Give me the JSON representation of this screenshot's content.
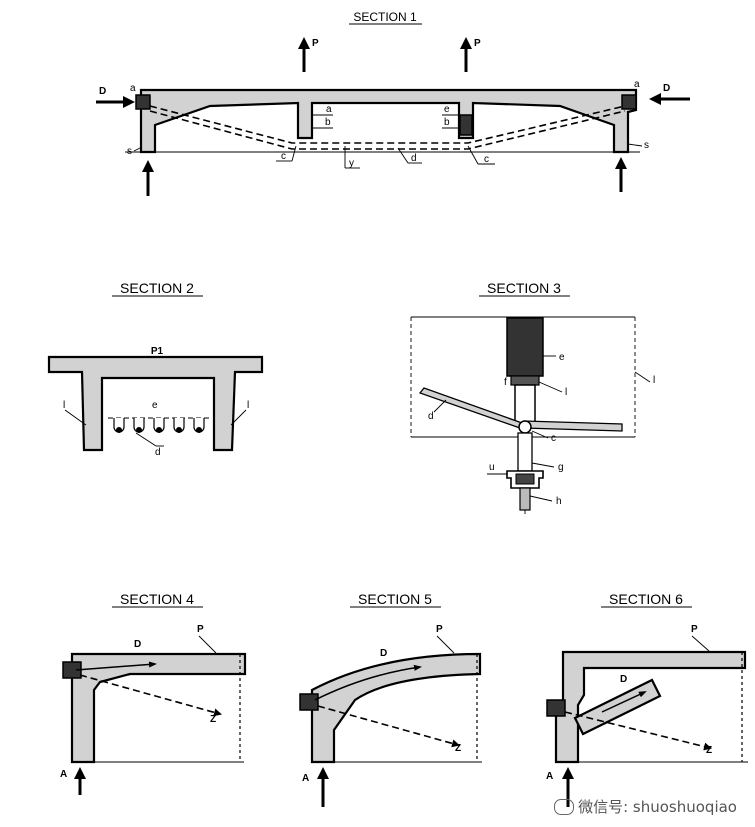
{
  "sections": {
    "s1": {
      "title": "SECTION 1",
      "labels": {
        "P_left": "P",
        "P_right": "P",
        "D_left": "D",
        "D_right": "D",
        "a_left": "a",
        "a_right": "a",
        "a_mid": "a",
        "b_left": "b",
        "b_right": "b",
        "e_mid": "e",
        "s_left": "s",
        "s_right": "s",
        "c_left": "c",
        "c_right": "c",
        "y": "y",
        "d": "d"
      }
    },
    "s2": {
      "title": "SECTION 2",
      "labels": {
        "P1": "P1",
        "e": "e",
        "l_left": "l",
        "l_right": "l",
        "d": "d"
      }
    },
    "s3": {
      "title": "SECTION 3",
      "labels": {
        "e": "e",
        "l_a": "l",
        "l_b": "l",
        "f": "f",
        "d": "d",
        "c": "c",
        "g": "g",
        "u": "u",
        "h": "h"
      }
    },
    "s4": {
      "title": "SECTION 4",
      "labels": {
        "D": "D",
        "P": "P",
        "Z": "Z",
        "A": "A"
      }
    },
    "s5": {
      "title": "SECTION 5",
      "labels": {
        "D": "D",
        "P": "P",
        "Z": "Z",
        "A": "A"
      }
    },
    "s6": {
      "title": "SECTION 6",
      "labels": {
        "D": "D",
        "P": "P",
        "Z": "Z",
        "A": "A"
      }
    }
  },
  "watermark": {
    "text": "微信号: shuoshuoqiao",
    "icon": "wechat-icon"
  }
}
